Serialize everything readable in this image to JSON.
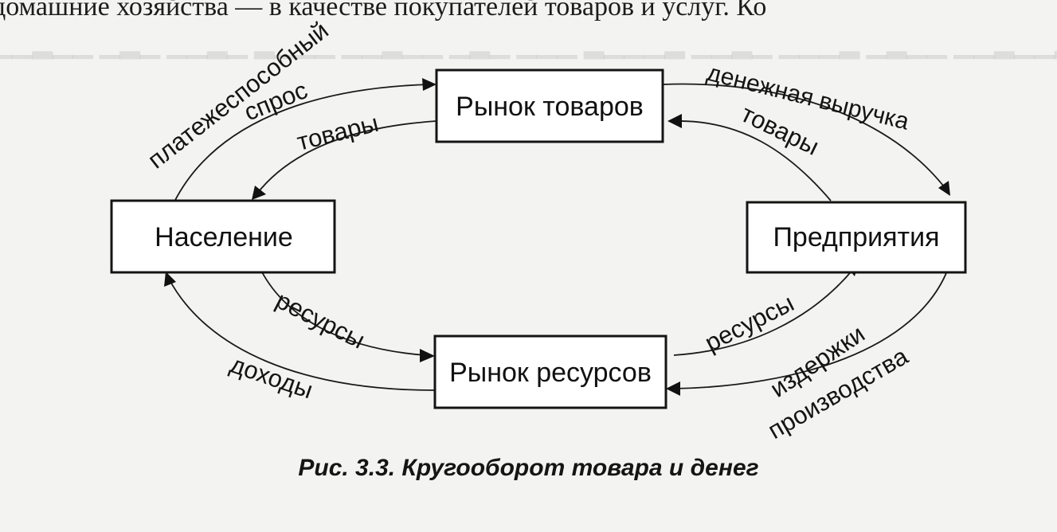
{
  "page": {
    "top_line": "домашние хозяйства — в качестве покупателей товаров и услуг. Ко",
    "caption": "Рис. 3.3. Кругооборот товара и денег",
    "background_colour": "#f3f3f1"
  },
  "diagram": {
    "nodes": {
      "goods_market": "Рынок товаров",
      "population": "Население",
      "enterprises": "Предприятия",
      "resources_market": "Рынок ресурсов"
    },
    "edges": {
      "effective_demand": "платежеспособный спрос",
      "goods_left": "товары",
      "money_revenue": "денежная выручка",
      "goods_right": "товары",
      "resources_left": "ресурсы",
      "income": "доходы",
      "resources_right": "ресурсы",
      "production_costs": "издержки производства"
    }
  }
}
